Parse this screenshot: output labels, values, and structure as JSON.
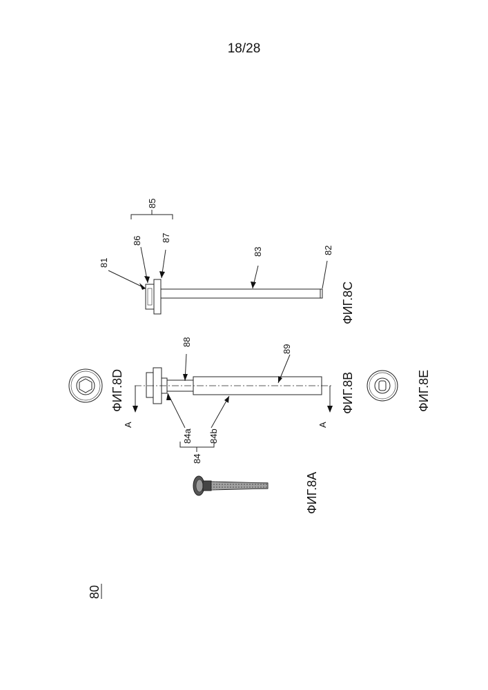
{
  "page_number": "18/28",
  "overall_ref": "80",
  "figures": {
    "fig_8a": "ФИГ.8A",
    "fig_8b": "ФИГ.8B",
    "fig_8c": "ФИГ.8C",
    "fig_8d": "ФИГ.8D",
    "fig_8e": "ФИГ.8E"
  },
  "refs": {
    "r81": "81",
    "r82": "82",
    "r83": "83",
    "r84": "84",
    "r84a": "84a",
    "r84b": "84b",
    "r85": "85",
    "r86": "86",
    "r87": "87",
    "r88": "88",
    "r89": "89"
  },
  "section_mark": "A"
}
